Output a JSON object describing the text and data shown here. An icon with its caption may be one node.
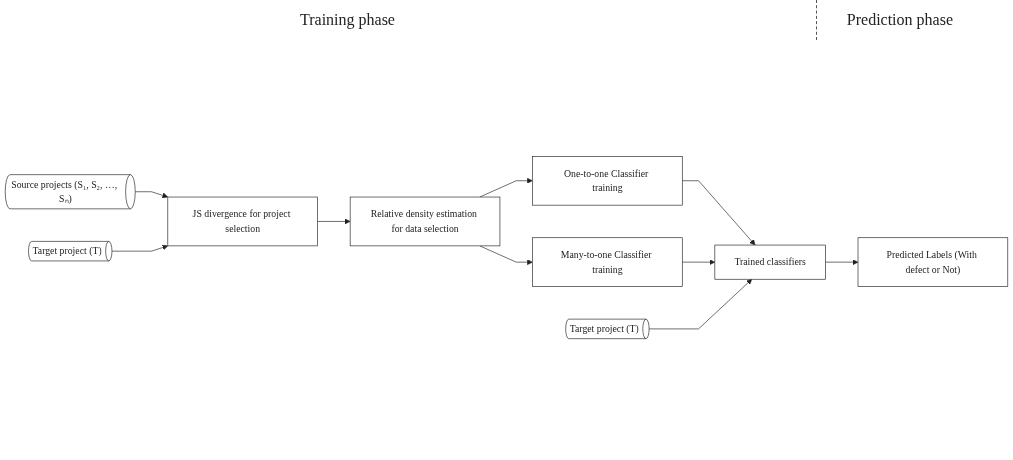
{
  "diagram": {
    "nodes": [
      {
        "text": [
          "Source projects (S₁, S₂, …, Sₙ)"
        ]
      },
      {
        "text": [
          "Target project (T)"
        ]
      },
      {
        "text": [
          "JS divergence for project selection"
        ]
      },
      {
        "text": [
          "Relative density estimation for data selection"
        ]
      },
      {
        "text": [
          "One-to-one Classifier training"
        ]
      },
      {
        "text": [
          "Many-to-one Classifier training"
        ]
      },
      {
        "text": [
          "Target project (T)"
        ]
      },
      {
        "text": [
          "Trained classifiers"
        ]
      },
      {
        "text": [
          "Predicted Labels (With defect or Not)"
        ]
      }
    ],
    "edges": [
      {
        "from": 0,
        "to": 2,
        "arrow": "to"
      },
      {
        "from": 1,
        "to": 2,
        "arrow": "to"
      },
      {
        "from": 2,
        "to": 3,
        "arrow": "to"
      },
      {
        "from": 3,
        "to": 4,
        "arrow": "to"
      },
      {
        "from": 3,
        "to": 5,
        "arrow": "to"
      },
      {
        "from": 4,
        "to": 7,
        "arrow": "to"
      },
      {
        "from": 5,
        "to": 7,
        "arrow": "to"
      },
      {
        "from": 6,
        "to": 7,
        "arrow": "to"
      },
      {
        "from": 7,
        "to": 8,
        "arrow": "to"
      }
    ],
    "labels": [
      "Training phase",
      "Prediction phase"
    ]
  }
}
